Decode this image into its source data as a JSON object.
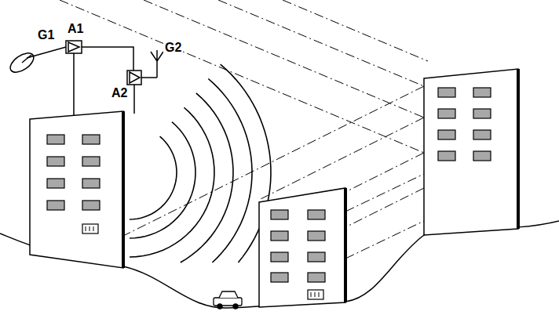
{
  "diagram": {
    "labels": [
      "G1",
      "A1",
      "A2",
      "G2"
    ]
  }
}
